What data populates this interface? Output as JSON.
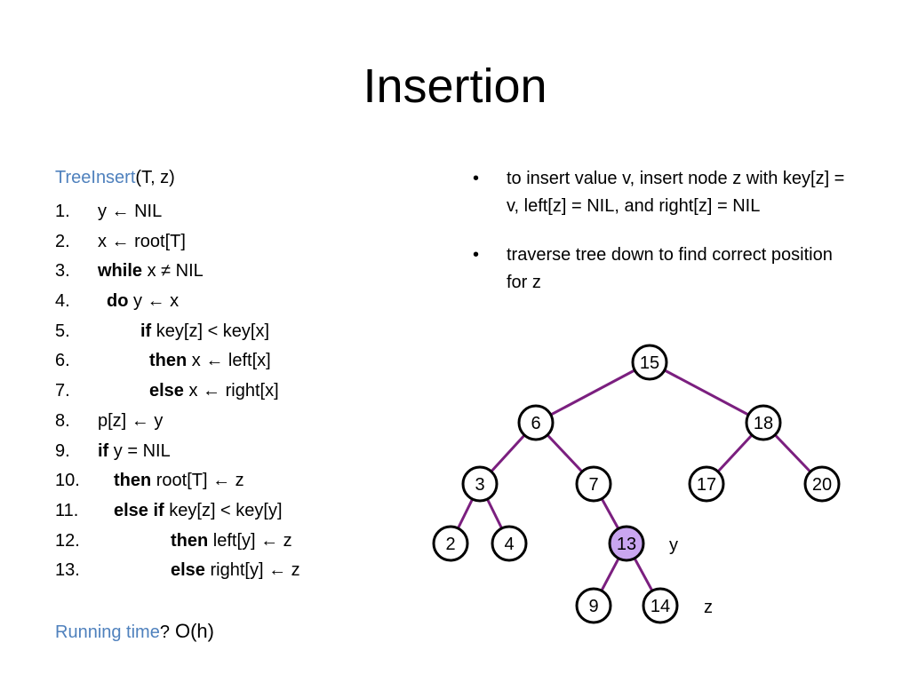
{
  "title": "Insertion",
  "algorithm": {
    "name": "TreeInsert",
    "args": "(T, z)",
    "lines": [
      {
        "num": "1.",
        "kw": "",
        "text": "y ← NIL"
      },
      {
        "num": "2.",
        "kw": "",
        "text": "x ← root[T]"
      },
      {
        "num": "3.",
        "kw": "while",
        "text": " x ≠ NIL"
      },
      {
        "num": "4.",
        "kw": "do",
        "text": " y ← x"
      },
      {
        "num": "5.",
        "kw": "if",
        "text": " key[z] < key[x]"
      },
      {
        "num": "6.",
        "kw": "then",
        "text": " x ← left[x]"
      },
      {
        "num": "7.",
        "kw": "else",
        "text": " x ← right[x]"
      },
      {
        "num": "8.",
        "kw": "",
        "text": "p[z] ← y"
      },
      {
        "num": "9.",
        "kw": "if",
        "text": " y = NIL"
      },
      {
        "num": "10.",
        "kw": "then",
        "text": " root[T] ← z"
      },
      {
        "num": "11.",
        "kw": "else if",
        "text": " key[z] < key[y]"
      },
      {
        "num": "12.",
        "kw": "then",
        "text": " left[y] ← z"
      },
      {
        "num": "13.",
        "kw": "else",
        "text": " right[y] ← z"
      }
    ]
  },
  "running_time": {
    "label": "Running time",
    "question": "?",
    "answer": "O(h)"
  },
  "bullets": [
    {
      "symbol": "•",
      "text": "to insert value v, insert node z with key[z] = v, left[z] = NIL, and right[z] = NIL"
    },
    {
      "symbol": "•",
      "text": "traverse tree down to find correct position for z"
    }
  ],
  "tree": {
    "edge_color": "#7b1f7f",
    "highlight_color": "#c9a6f0",
    "nodes": [
      {
        "id": "n15",
        "label": "15",
        "highlight": false
      },
      {
        "id": "n6",
        "label": "6",
        "highlight": false
      },
      {
        "id": "n18",
        "label": "18",
        "highlight": false
      },
      {
        "id": "n3",
        "label": "3",
        "highlight": false
      },
      {
        "id": "n7",
        "label": "7",
        "highlight": false
      },
      {
        "id": "n17",
        "label": "17",
        "highlight": false
      },
      {
        "id": "n20",
        "label": "20",
        "highlight": false
      },
      {
        "id": "n2",
        "label": "2",
        "highlight": false
      },
      {
        "id": "n4",
        "label": "4",
        "highlight": false
      },
      {
        "id": "n13",
        "label": "13",
        "highlight": true
      },
      {
        "id": "n9",
        "label": "9",
        "highlight": false
      },
      {
        "id": "n14",
        "label": "14",
        "highlight": false
      }
    ],
    "edges": [
      [
        "n15",
        "n6"
      ],
      [
        "n15",
        "n18"
      ],
      [
        "n6",
        "n3"
      ],
      [
        "n6",
        "n7"
      ],
      [
        "n18",
        "n17"
      ],
      [
        "n18",
        "n20"
      ],
      [
        "n3",
        "n2"
      ],
      [
        "n3",
        "n4"
      ],
      [
        "n7",
        "n13"
      ],
      [
        "n13",
        "n9"
      ],
      [
        "n13",
        "n14"
      ]
    ],
    "annotations": [
      {
        "id": "y",
        "text": "y",
        "near": "n13"
      },
      {
        "id": "z",
        "text": "z",
        "near": "n14"
      }
    ]
  }
}
